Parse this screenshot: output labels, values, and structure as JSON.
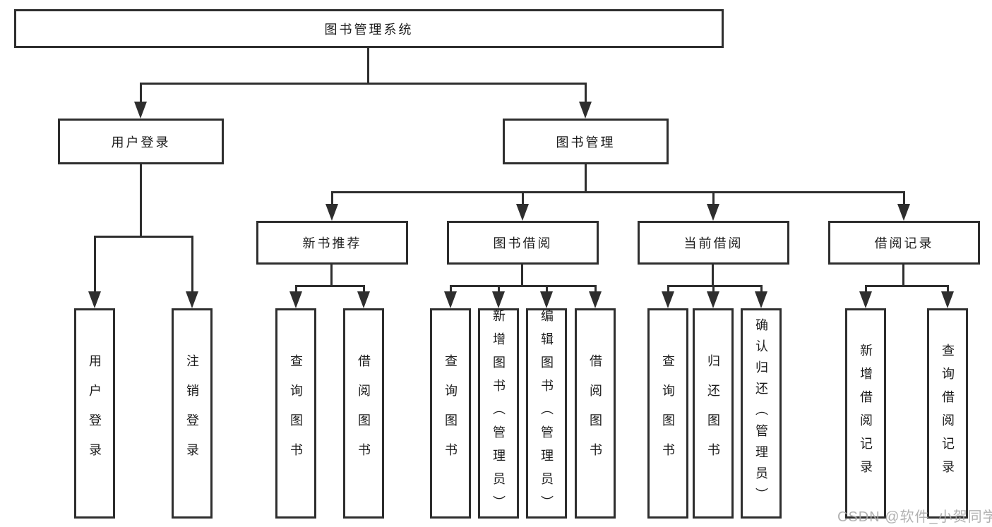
{
  "diagram": {
    "title_node": {
      "label": "图书管理系统"
    },
    "level2": [
      {
        "label": "用户登录"
      },
      {
        "label": "图书管理"
      }
    ],
    "level3": [
      {
        "label": "新书推荐",
        "parent": "图书管理"
      },
      {
        "label": "图书借阅",
        "parent": "图书管理"
      },
      {
        "label": "当前借阅",
        "parent": "图书管理"
      },
      {
        "label": "借阅记录",
        "parent": "图书管理"
      }
    ],
    "leaves": [
      {
        "label": "用户登录",
        "parent": "用户登录"
      },
      {
        "label": "注销登录",
        "parent": "用户登录"
      },
      {
        "label": "查询图书",
        "parent": "新书推荐"
      },
      {
        "label": "借阅图书",
        "parent": "新书推荐"
      },
      {
        "label": "查询图书",
        "parent": "图书借阅"
      },
      {
        "label": "新增图书（管理员）",
        "parent": "图书借阅"
      },
      {
        "label": "编辑图书（管理员）",
        "parent": "图书借阅"
      },
      {
        "label": "借阅图书",
        "parent": "图书借阅"
      },
      {
        "label": "查询图书",
        "parent": "当前借阅"
      },
      {
        "label": "归还图书",
        "parent": "当前借阅"
      },
      {
        "label": "确认归还（管理员）",
        "parent": "当前借阅"
      },
      {
        "label": "新增借阅记录",
        "parent": "借阅记录"
      },
      {
        "label": "查询借阅记录",
        "parent": "借阅记录"
      }
    ],
    "watermark": "CSDN @软件_小贺同学",
    "colors": {
      "line": "#2e2e2e",
      "box_border": "#2e2e2e",
      "box_fill": "#ffffff",
      "text": "#1c1c1c",
      "watermark": "#a9a9a9",
      "background": "#ffffff"
    }
  }
}
